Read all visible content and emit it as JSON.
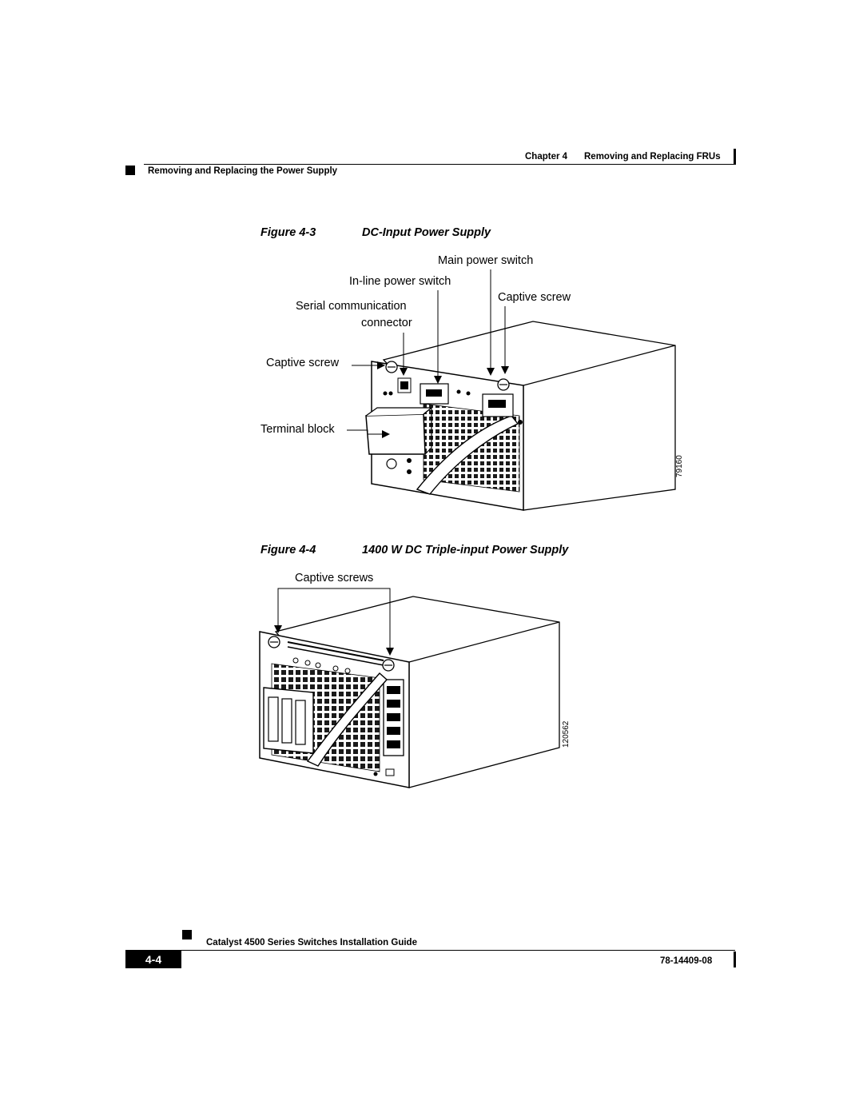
{
  "header": {
    "chapter_label": "Chapter 4",
    "chapter_title": "Removing and Replacing FRUs",
    "section_title": "Removing and Replacing the Power Supply"
  },
  "figure3": {
    "label": "Figure 4-3",
    "title": "DC-Input Power Supply",
    "callouts": {
      "main_power_switch": "Main power switch",
      "inline_power_switch": "In-line power switch",
      "captive_screw_right": "Captive screw",
      "serial_line1": "Serial communication",
      "serial_line2": "connector",
      "captive_screw_left": "Captive screw",
      "terminal_block": "Terminal block"
    },
    "id": "79160"
  },
  "figure4": {
    "label": "Figure 4-4",
    "title": "1400 W DC Triple-input Power Supply",
    "callouts": {
      "captive_screws": "Captive screws"
    },
    "id": "120562"
  },
  "footer": {
    "guide_title": "Catalyst 4500 Series Switches Installation Guide",
    "page_number": "4-4",
    "doc_number": "78-14409-08"
  }
}
